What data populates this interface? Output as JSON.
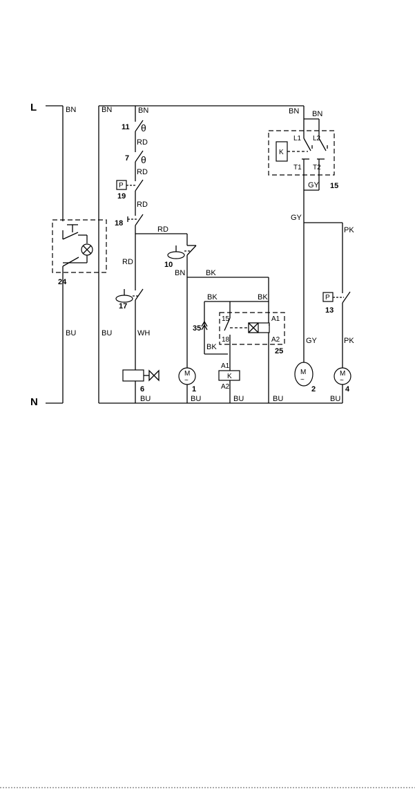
{
  "rails": {
    "live": "L",
    "neutral": "N"
  },
  "wire_colors": {
    "BN": "BN",
    "RD": "RD",
    "BK": "BK",
    "WH": "WH",
    "BU": "BU",
    "GY": "GY",
    "PK": "PK"
  },
  "components": {
    "c1": "1",
    "c2": "2",
    "c4": "4",
    "c6": "6",
    "c7": "7",
    "c10": "10",
    "c11": "11",
    "c13": "13",
    "c15": "15",
    "c17": "17",
    "c18": "18",
    "c19": "19",
    "c24": "24",
    "c25": "25",
    "c35": "35"
  },
  "terminals": {
    "L1": "L1",
    "L2": "L2",
    "T1": "T1",
    "T2": "T2",
    "A1": "A1",
    "A2": "A2",
    "t15": "15",
    "t18": "18"
  },
  "symbols": {
    "relay_coil": "K",
    "pressure_switch": "P",
    "motor": "M",
    "motor_ac": "~",
    "thermostat": "θ"
  }
}
